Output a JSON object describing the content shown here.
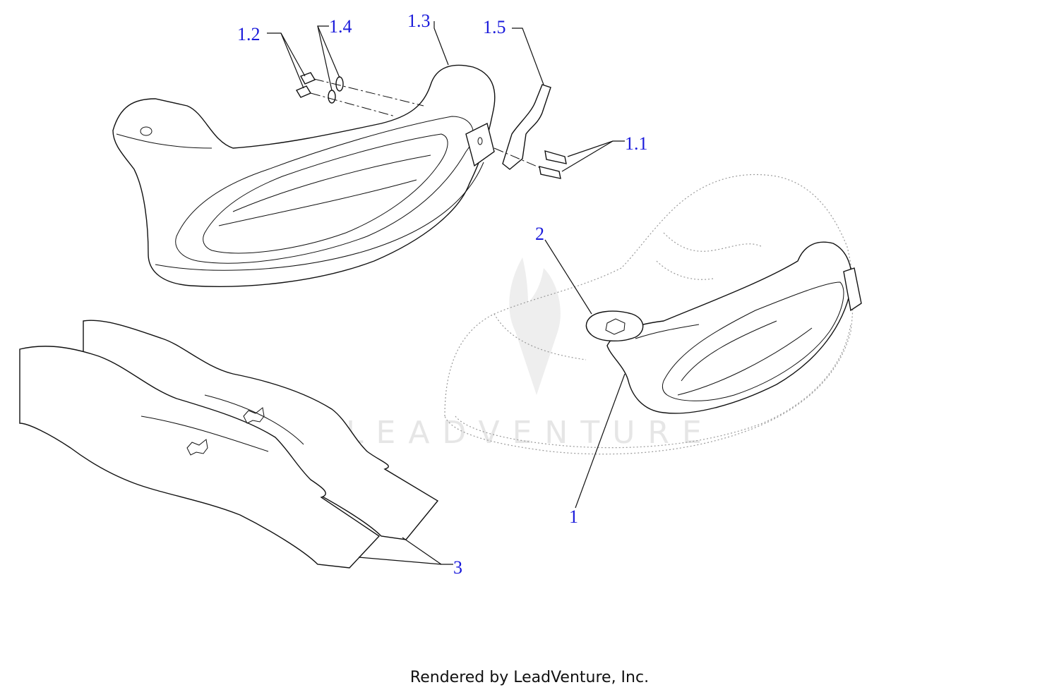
{
  "callouts": {
    "c1_2": "1.2",
    "c1_4": "1.4",
    "c1_3": "1.3",
    "c1_5": "1.5",
    "c1_1": "1.1",
    "c2": "2",
    "c1": "1",
    "c3": "3"
  },
  "watermark": "LEADVENTURE",
  "footer": "Rendered by LeadVenture, Inc.",
  "colors": {
    "callout": "#1a1adb",
    "line": "#111111",
    "ghost": "#9a9a9a",
    "watermark": "#e6e6e6"
  }
}
